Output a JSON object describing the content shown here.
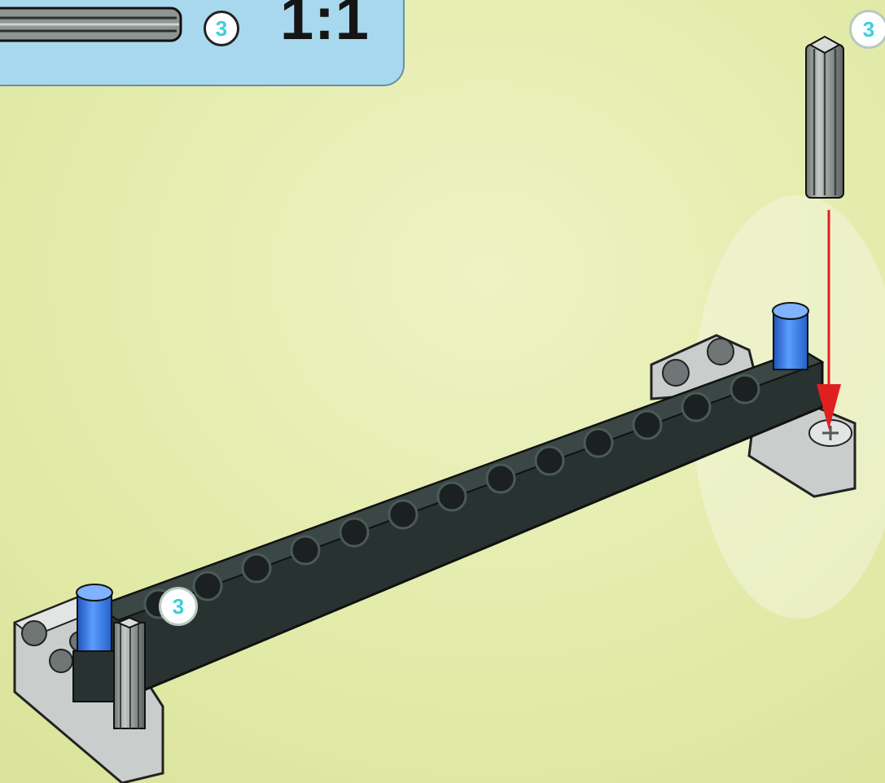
{
  "colors": {
    "background": "#eaf1b8",
    "panel": "#a8d8ee",
    "beam_dark": "#283331",
    "beam_light": "#c9cdcb",
    "pin_blue": "#3d7ee8",
    "axle_grey": "#8e9593",
    "arrow_red": "#e02020",
    "badge_text": "#3ccfdc"
  },
  "parts_panel": {
    "part_icon": "axle-icon",
    "quantity": "3",
    "scale": "1:1"
  },
  "callouts": {
    "top_right_quantity": "3",
    "left_quantity": "3"
  }
}
